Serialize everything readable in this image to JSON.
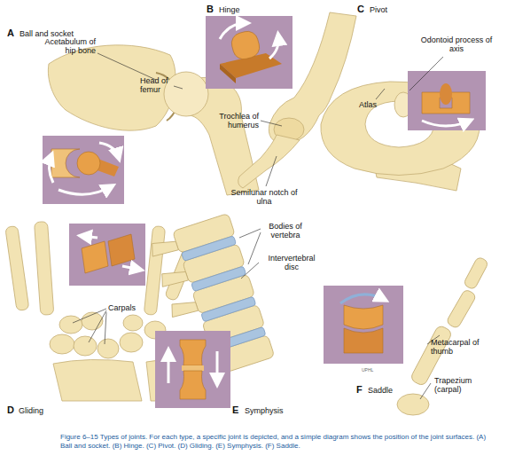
{
  "diagram": {
    "caption": "Figure 6–15 Types of joints. For each type, a specific joint is depicted, and a simple diagram shows the position of the joint surfaces. (A) Ball and socket. (B) Hinge. (C) Pivot. (D) Gliding. (E) Symphysis. (F) Saddle.",
    "labels": [
      "A",
      "Ball and socket",
      "Acetabulum of hip bone",
      "Head of femur",
      "B",
      "Hinge",
      "Trochlea of humerus",
      "Semilunar notch of ulna",
      "C",
      "Pivot",
      "Odontoid process of axis",
      "Atlas",
      "Carpals",
      "D",
      "Gliding",
      "Bodies of vertebra",
      "Intervertebral disc",
      "E",
      "Symphysis",
      "F",
      "Saddle",
      "UPHL",
      "Metacarpal of thumb",
      "Trapezium (carpal)"
    ]
  }
}
